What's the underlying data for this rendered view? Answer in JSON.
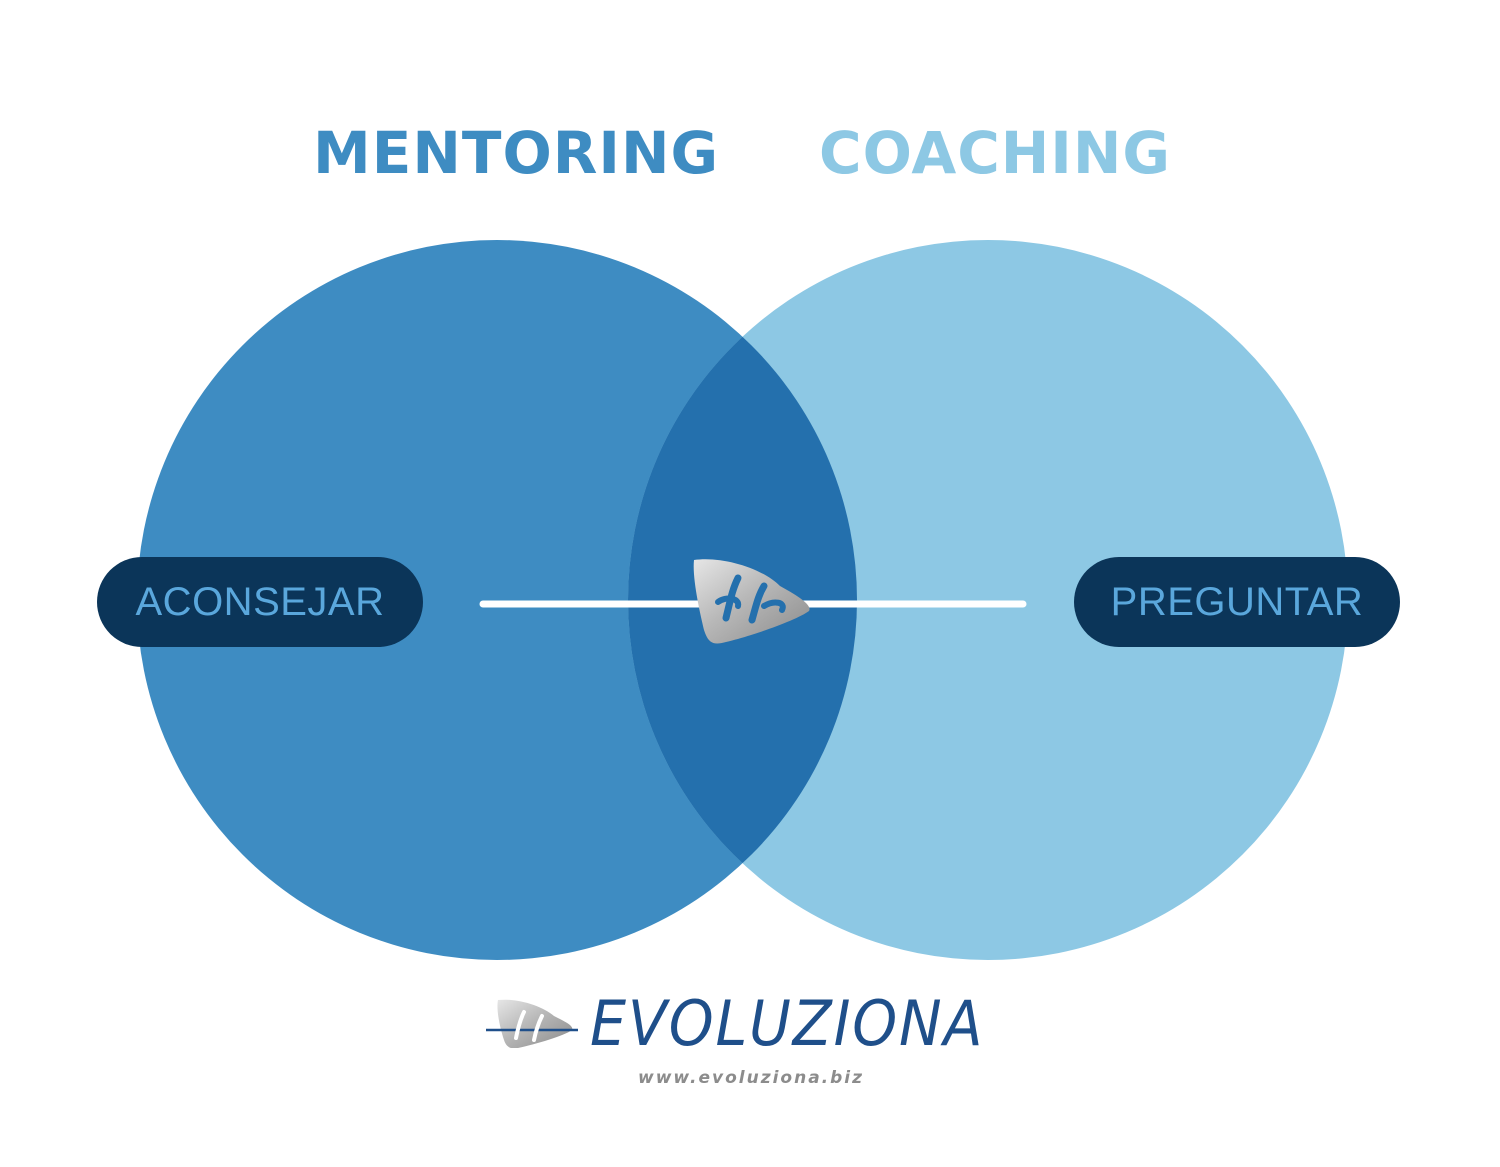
{
  "colors": {
    "mentoring": "#3e8cc2",
    "coaching": "#8dc8e4",
    "overlap": "#2470ad",
    "pill_bg": "#0b3559",
    "pill_text": "#5aa7dc",
    "connector": "#ffffff",
    "brand_text": "#1f4f8a",
    "url_text": "#8c8c8c"
  },
  "diagram": {
    "left": {
      "title": "MENTORING",
      "pill": "ACONSEJAR"
    },
    "right": {
      "title": "COACHING",
      "pill": "PREGUNTAR"
    },
    "center_icon": "evoluziona-arrow-logo"
  },
  "brand": {
    "name": "EVOLUZIONA",
    "url": "www.evoluziona.biz",
    "logo_icon": "evoluziona-arrow-logo"
  }
}
